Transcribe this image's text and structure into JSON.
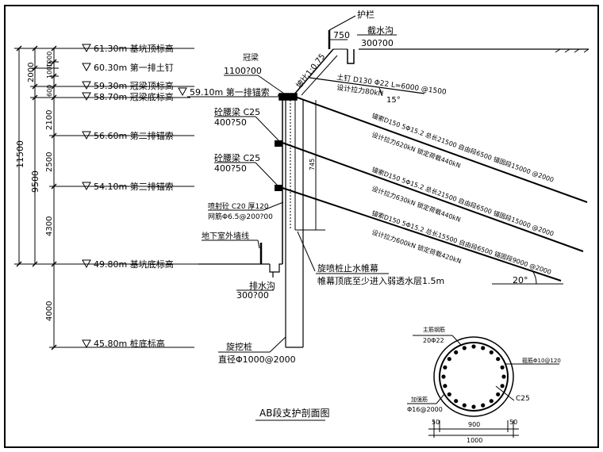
{
  "title": "AB段支护剖面图",
  "elevations": [
    {
      "label": "61.30m 基坑顶标高"
    },
    {
      "label": "60.30m 第一排土钉"
    },
    {
      "label": "59.30m 冠梁顶标高"
    },
    {
      "label": "58.70m 冠梁底标高"
    },
    {
      "label": "56.60m 第二排锚索"
    },
    {
      "label": "54.10m 第三排锚索"
    },
    {
      "label": "49.80m 基坑底标高"
    },
    {
      "label": "45.80m 桩底标高"
    },
    {
      "label": "59.10m 第一排锚索"
    }
  ],
  "dims": {
    "outer_total": "11500",
    "mid_total": "9500",
    "segments": [
      "2000",
      "1000",
      "1000",
      "600",
      "2100",
      "2500",
      "4300",
      "4000"
    ]
  },
  "labels": {
    "guardrail": "护栏",
    "drain_top": "截水沟",
    "drain_top_size": "300?00",
    "dim_750": "750",
    "slope": "坡比1:0.75",
    "crown_beam": "冠梁",
    "crown_beam_size": "1100?00",
    "waler1": "砼腰梁 C25",
    "waler1_size": "400?50",
    "waler2": "砼腰梁 C25",
    "waler2_size": "400?50",
    "shotcrete_1": "喷射砼 C20 厚120",
    "shotcrete_2": "网筋Φ6.5@200?00",
    "basement_wall": "地下室外墙线",
    "drain_bottom": "排水沟",
    "drain_bottom_size": "300?00",
    "rotary_pile_1": "旋喷桩止水帷幕",
    "rotary_pile_2": "帷幕顶底至少进入弱透水层1.5m",
    "cfa_pile": "旋挖桩",
    "cfa_pile_size": "直径Φ1000@2000",
    "dim_745": "745",
    "soil_nail_1": "土钉 D130 Φ22 L=6000 @1500",
    "soil_nail_2": "设计拉力80kN",
    "angle_15": "15°",
    "anchor1_line1": "锚索D150 5Φ15.2 总长21500 自由段6500 锚固段15000 @2000",
    "anchor1_line2": "设计拉力620kN 锁定荷载440kN",
    "anchor2_line1": "锚索D150 5Φ15.2 总长21500 自由段6500 锚固段15000 @2000",
    "anchor2_line2": "设计拉力630kN 锁定荷载440kN",
    "anchor3_line1": "锚索D150 5Φ15.2 总长15500 自由段6500 锚固段9000 @2000",
    "anchor3_line2": "设计拉力600kN 锁定荷载420kN",
    "angle_20": "20°"
  },
  "pile_section": {
    "main_bar": "主筋钢筋",
    "main_bar_size": "20Φ22",
    "stirrup": "箍筋Φ10@120",
    "concrete": "C25",
    "stiffener": "加强筋",
    "stiffener_size": "Φ16@2000",
    "dim_50a": "50",
    "dim_900": "900",
    "dim_50b": "50",
    "dim_1000": "1000"
  }
}
